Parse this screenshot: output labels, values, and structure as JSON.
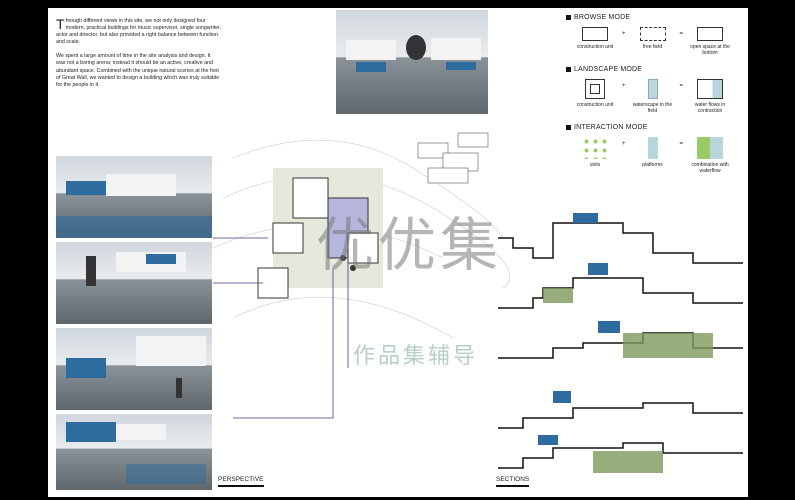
{
  "intro": {
    "paragraphs": [
      "Through different views in this site, we not only designed four modern, practical buildings for music supervisor, single songwriter, actor and director, but also provided a right balance between function and scale.",
      "We spent a large amount of time in the site analysis and design. It was not a boring arena; instead it should be an active, creative and abundant space. Combined with the unique natural scenes at the foot of Great Wall, we wanted to design a building which was truly suitable for the people in it."
    ]
  },
  "modes": [
    {
      "title": "BROWSE MODE",
      "items": [
        "construction unit",
        "free field",
        "open space at the bottom"
      ]
    },
    {
      "title": "LANDSCAPE MODE",
      "items": [
        "construction unit",
        "waterscape in the field",
        "water flows in contraction"
      ]
    },
    {
      "title": "INTERACTION MODE",
      "items": [
        "units",
        "platforms",
        "combination with waterflow"
      ]
    }
  ],
  "plus": "+",
  "equals": "=",
  "labels": {
    "perspective": "PERSPECTIVE",
    "sections": "SECTIONS"
  },
  "watermark": {
    "main": "优优集",
    "sub": "作品集辅导"
  },
  "colors": {
    "blue": "#2e6b9e",
    "green": "#7e9a5c",
    "water": "#b8d6dc"
  }
}
